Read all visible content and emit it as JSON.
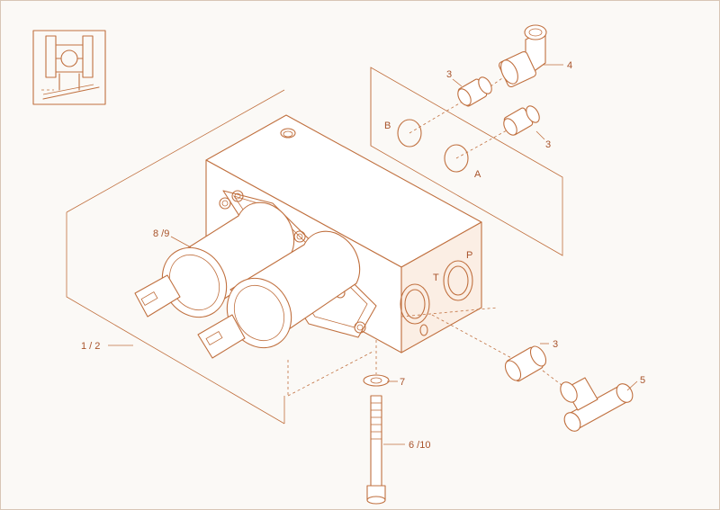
{
  "diagram": {
    "colors": {
      "line": "#c0703f",
      "label": "#a8532a",
      "background": "#fbf9f6",
      "face": "#ffffff"
    },
    "port_labels": {
      "b": "B",
      "a": "A",
      "p": "P",
      "t": "T"
    },
    "callouts": {
      "fitting_top_left": "3",
      "fitting_top_right": "3",
      "elbow_top": "4",
      "solenoid": "8 /9",
      "valve_block": "1 / 2",
      "washer": "7",
      "bolt": "6 /10",
      "fitting_bottom": "3",
      "tee_fitting": "5"
    }
  }
}
